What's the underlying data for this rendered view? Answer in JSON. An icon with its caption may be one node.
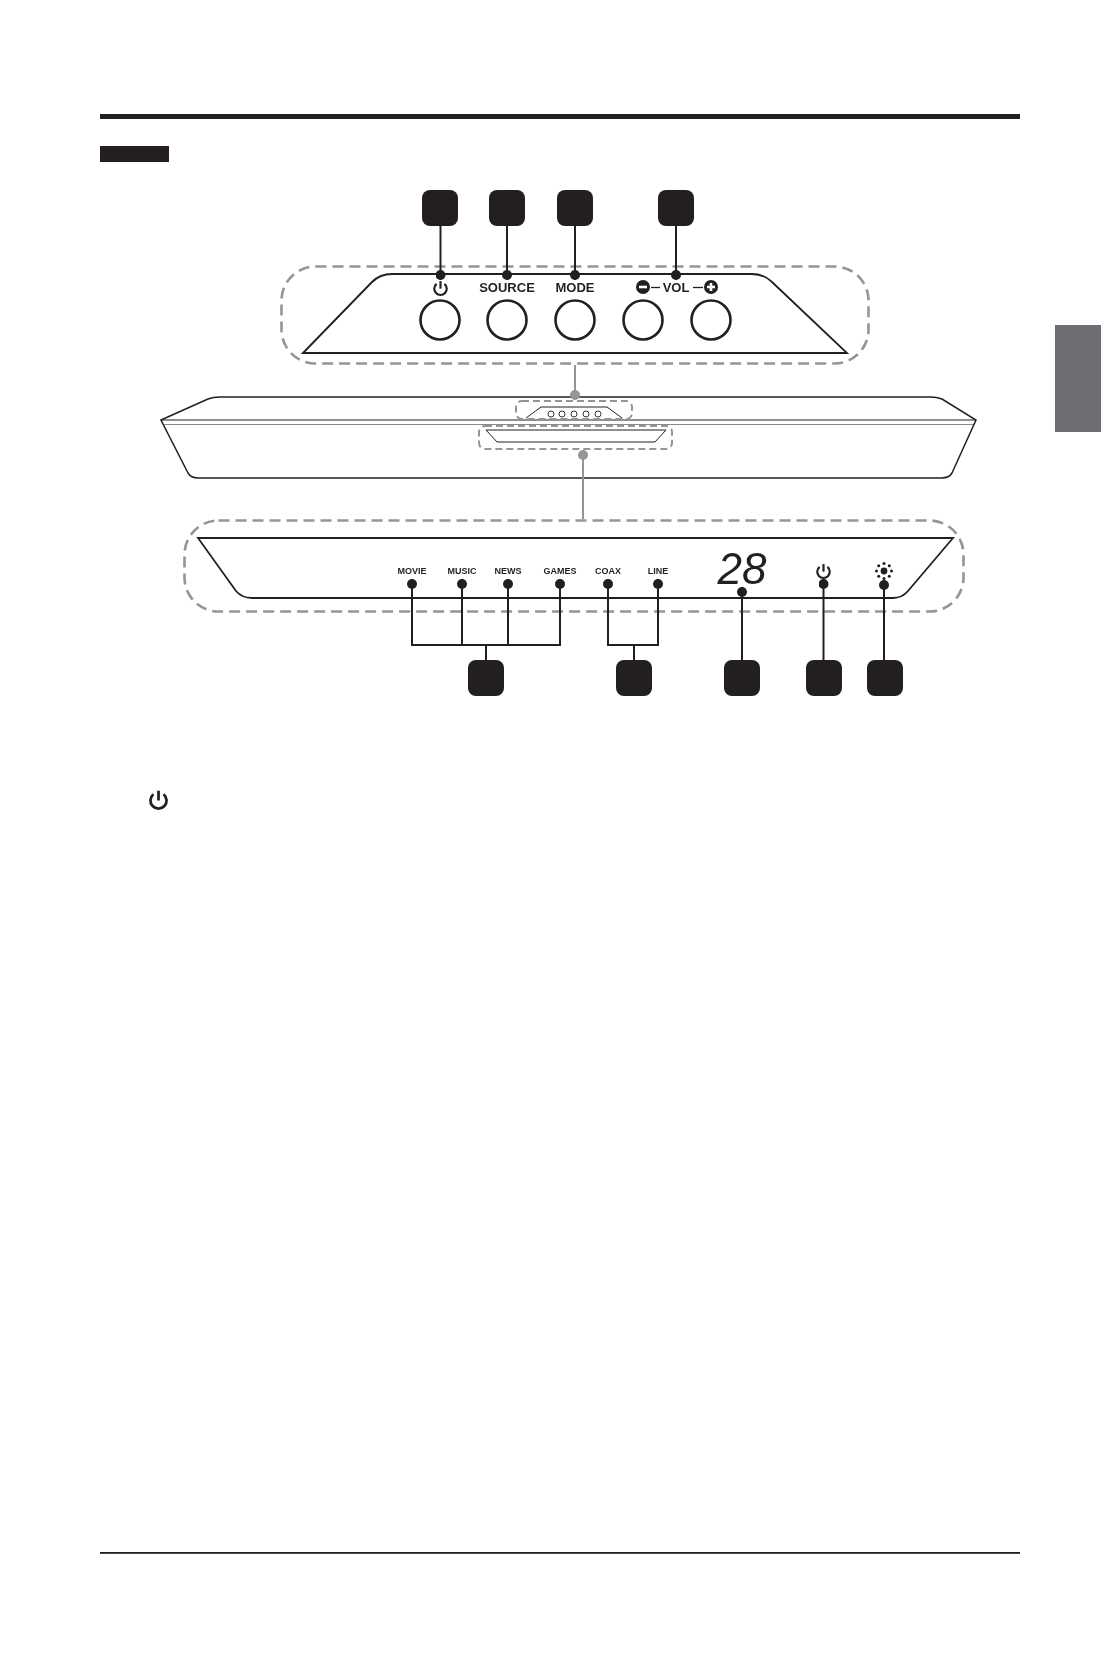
{
  "diagram": {
    "nodes": [
      {
        "text": [],
        "shape": "box"
      },
      {
        "text": [],
        "shape": "box"
      },
      {
        "text": [],
        "shape": "box"
      },
      {
        "text": [],
        "shape": "box"
      },
      {
        "text": [],
        "shape": "box"
      },
      {
        "text": [],
        "shape": "picture",
        "in": 4
      },
      {
        "text": [
          "SOURCE"
        ],
        "in": 4
      },
      {
        "text": [
          "MODE"
        ],
        "in": 4
      },
      {
        "text": [
          "VOL"
        ],
        "in": 4
      },
      {
        "text": [],
        "shape": "picture"
      },
      {
        "text": [],
        "shape": "box",
        "in": 9
      },
      {
        "text": [],
        "shape": "box",
        "in": 9
      },
      {
        "text": [],
        "shape": "box"
      },
      {
        "text": [
          "MOVIE"
        ],
        "in": 12
      },
      {
        "text": [
          "MUSIC"
        ],
        "in": 12
      },
      {
        "text": [
          "NEWS"
        ],
        "in": 12
      },
      {
        "text": [
          "GAMES"
        ],
        "in": 12
      },
      {
        "text": [
          "COAX"
        ],
        "in": 12
      },
      {
        "text": [
          "LINE"
        ],
        "in": 12
      },
      {
        "text": [
          "28"
        ],
        "in": 12
      },
      {
        "text": [],
        "shape": "picture",
        "in": 12
      },
      {
        "text": [],
        "shape": "picture",
        "in": 12
      },
      {
        "text": [],
        "shape": "box"
      },
      {
        "text": [],
        "shape": "box"
      },
      {
        "text": [],
        "shape": "box"
      },
      {
        "text": [],
        "shape": "box"
      },
      {
        "text": [],
        "shape": "box"
      },
      {
        "text": [],
        "shape": "box"
      }
    ],
    "edges": [
      {
        "from": 0,
        "to": 5,
        "arrow": "other"
      },
      {
        "from": 1,
        "to": 6,
        "arrow": "other"
      },
      {
        "from": 2,
        "to": 7,
        "arrow": "other"
      },
      {
        "from": 3,
        "to": 8,
        "arrow": "other"
      },
      {
        "from": 4,
        "to": 10,
        "arrow": "other",
        "color": "#939598"
      },
      {
        "from": 12,
        "to": 11,
        "arrow": "other",
        "color": "#939598"
      },
      {
        "from": 22,
        "to": 13,
        "arrow": "other"
      },
      {
        "from": 22,
        "to": 14,
        "arrow": "other"
      },
      {
        "from": 22,
        "to": 15,
        "arrow": "other"
      },
      {
        "from": 22,
        "to": 16,
        "arrow": "other"
      },
      {
        "from": 23,
        "to": 17,
        "arrow": "other"
      },
      {
        "from": 23,
        "to": 18,
        "arrow": "other"
      },
      {
        "from": 24,
        "to": 19,
        "arrow": "other"
      },
      {
        "from": 25,
        "to": 20,
        "arrow": "other"
      },
      {
        "from": 26,
        "to": 21,
        "arrow": "other"
      }
    ]
  }
}
